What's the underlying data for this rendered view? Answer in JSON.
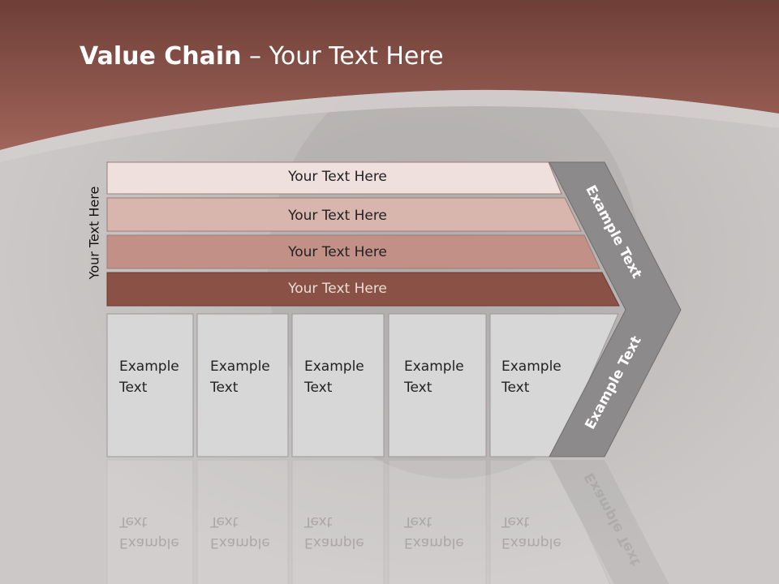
{
  "title": {
    "bold": "Value Chain",
    "rest": " – Your Text Here"
  },
  "side_label": "Your Text Here",
  "support_rows": [
    {
      "label": "Your Text Here",
      "fill": "#efe0dd"
    },
    {
      "label": "Your Text Here",
      "fill": "#d9b6ad"
    },
    {
      "label": "Your Text Here",
      "fill": "#c39088"
    },
    {
      "label": "Your Text Here",
      "fill": "#8a5146"
    }
  ],
  "primary_boxes": [
    {
      "line1": "Example",
      "line2": "Text"
    },
    {
      "line1": "Example",
      "line2": "Text"
    },
    {
      "line1": "Example",
      "line2": "Text"
    },
    {
      "line1": "Example",
      "line2": "Text"
    },
    {
      "line1": "Example",
      "line2": "Text"
    }
  ],
  "arrow": {
    "upper_label": "Example Text",
    "lower_label": "Example Text",
    "fill": "#8c8a8a"
  },
  "colors": {
    "header": "#8e5448",
    "background": "#c9c6c5",
    "box": "#d8d7d7"
  }
}
